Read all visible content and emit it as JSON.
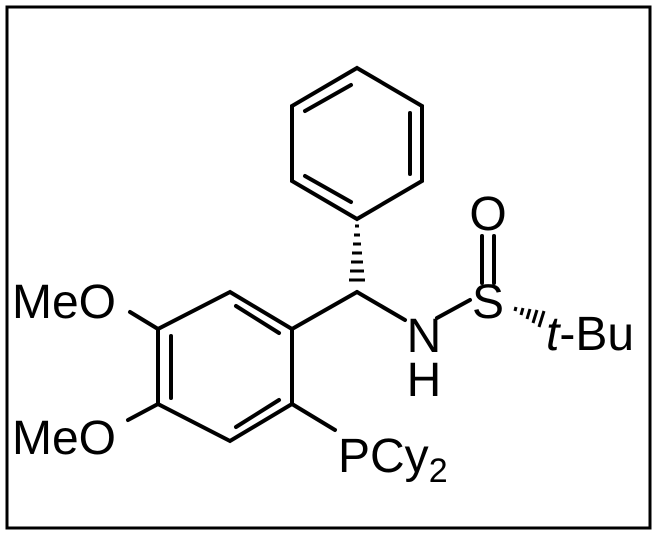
{
  "molecule": {
    "labels": {
      "meo_top": "MeO",
      "meo_bottom": "MeO",
      "oxygen": "O",
      "sulfur": "S",
      "nitrogen": "N",
      "hydrogen": "H",
      "tbu_t": "t",
      "tbu_rest": "-Bu",
      "pcy": "PCy",
      "pcy_sub": "2"
    }
  }
}
